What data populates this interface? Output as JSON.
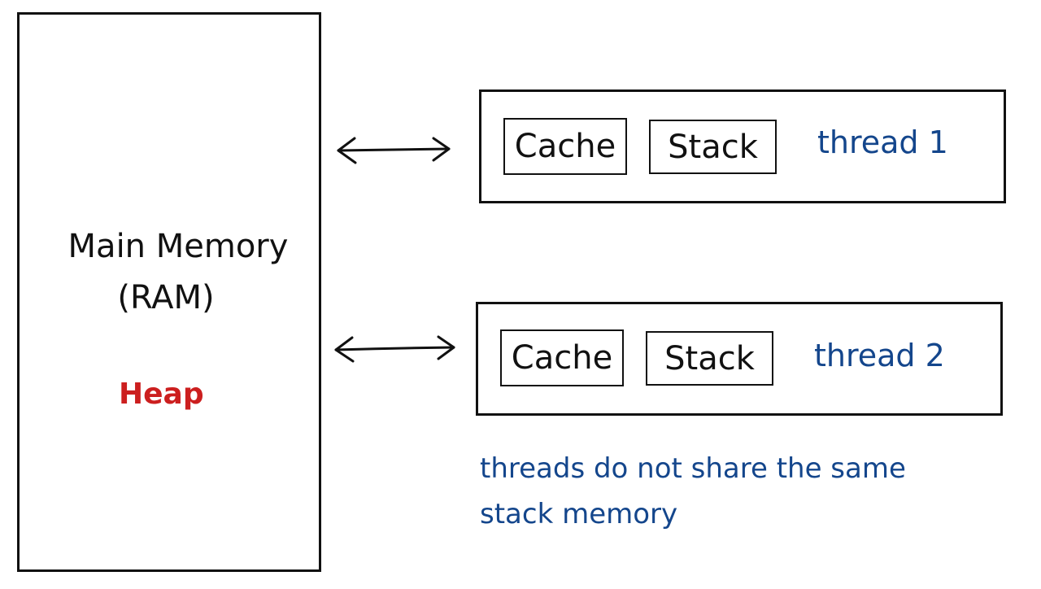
{
  "colors": {
    "ink": "#111111",
    "heap": "#cc1f1f",
    "thread": "#14468c"
  },
  "memory": {
    "title": "Main Memory",
    "subtitle": "(RAM)",
    "heap_label": "Heap"
  },
  "threads": [
    {
      "cache_label": "Cache",
      "stack_label": "Stack",
      "label": "thread 1"
    },
    {
      "cache_label": "Cache",
      "stack_label": "Stack",
      "label": "thread 2"
    }
  ],
  "note": "threads do not share the same stack memory",
  "icons": [
    "double-arrow-icon",
    "double-arrow-icon"
  ]
}
